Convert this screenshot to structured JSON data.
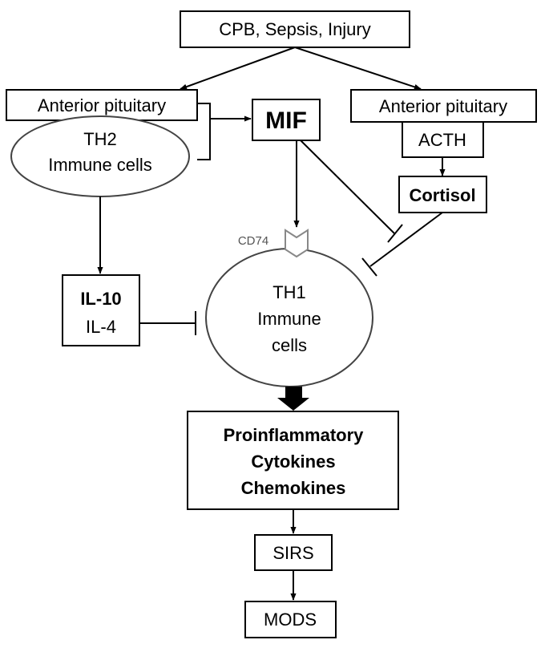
{
  "nodes": {
    "stimuli": "CPB, Sepsis, Injury",
    "anterior_pituitary_left": "Anterior pituitary",
    "th2_line1": "TH2",
    "th2_line2": "Immune cells",
    "mif": "MIF",
    "anterior_pituitary_right": "Anterior pituitary",
    "acth": "ACTH",
    "cortisol": "Cortisol",
    "cd74": "CD74",
    "il10": "IL-10",
    "il4": "IL-4",
    "th1_line1": "TH1",
    "th1_line2": "Immune",
    "th1_line3": "cells",
    "cytokines_line1": "Proinflammatory",
    "cytokines_line2": "Cytokines",
    "cytokines_line3": "Chemokines",
    "sirs": "SIRS",
    "mods": "MODS"
  }
}
